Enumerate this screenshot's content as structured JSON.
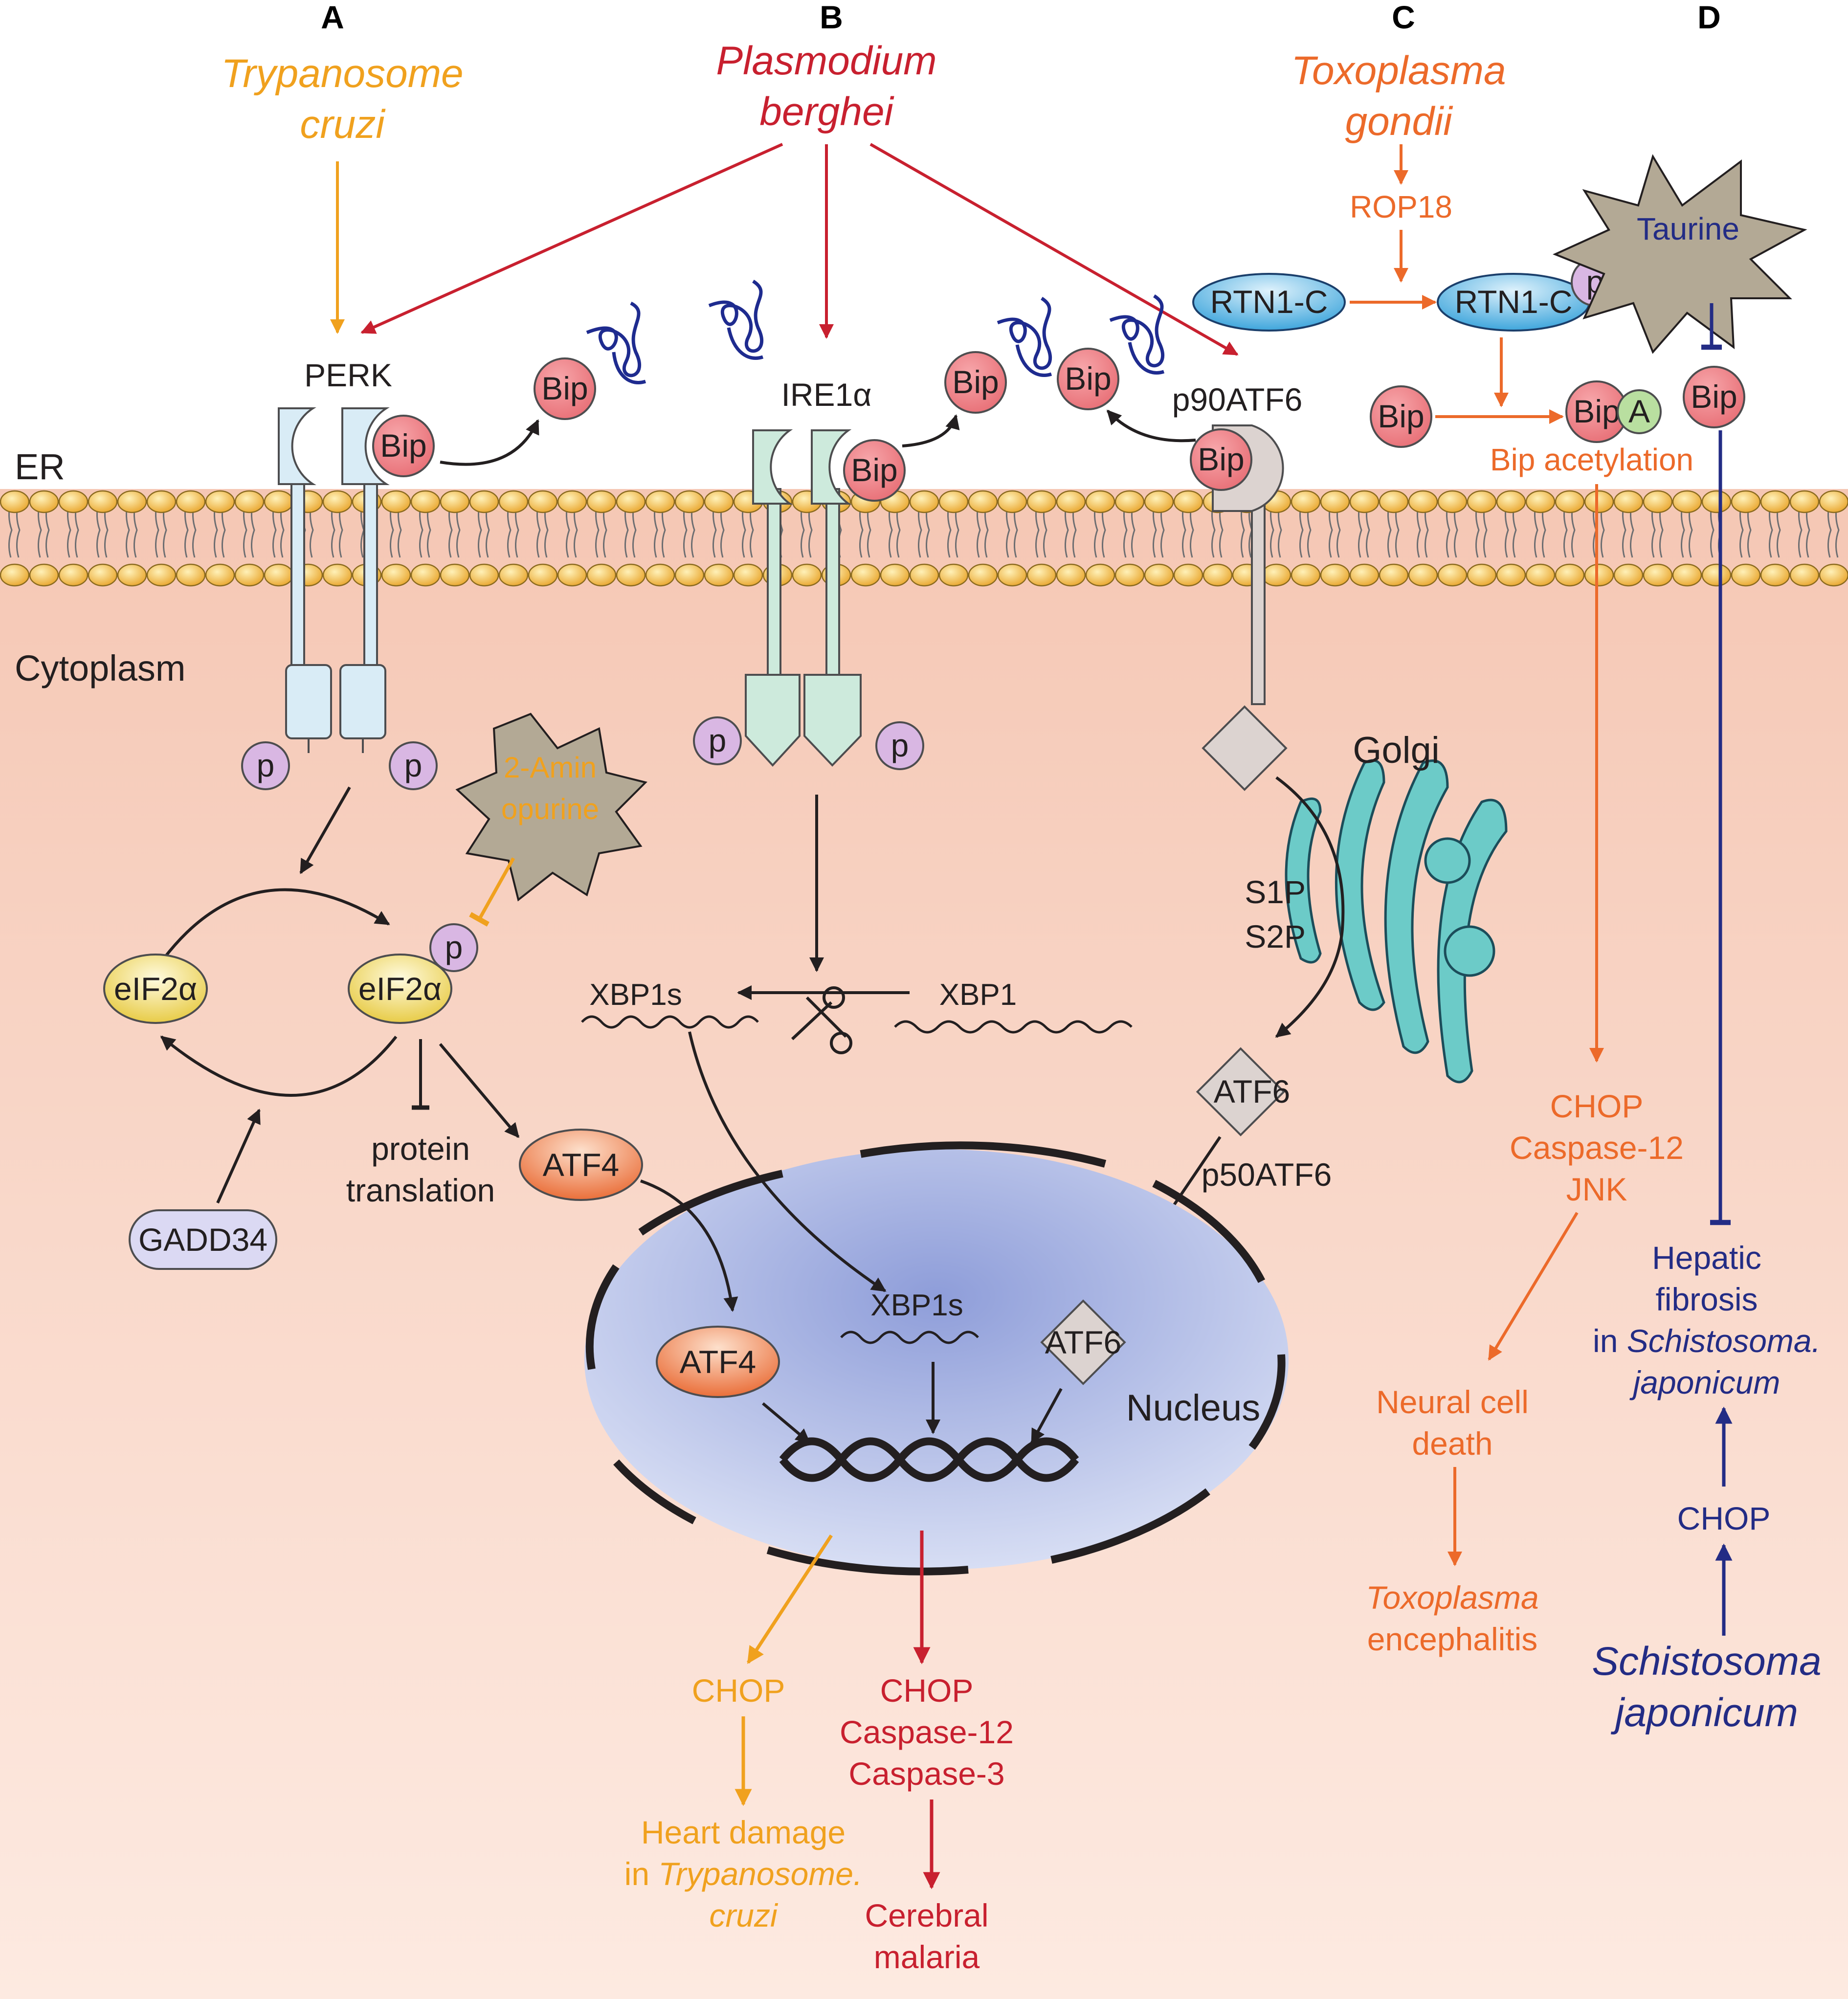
{
  "panels": {
    "a": {
      "letter": "A",
      "organism_line1": "Trypanosome",
      "organism_line2": "cruzi",
      "perk": "PERK",
      "inhibitor_line1": "2-Amin",
      "inhibitor_line2": "opurine",
      "eif2a": "eIF2α",
      "gadd34": "GADD34",
      "protein_line1": "protein",
      "protein_line2": "translation",
      "atf4": "ATF4",
      "outcome_chop": "CHOP",
      "outcome_line1": "Heart damage",
      "outcome_line2_in": "in ",
      "outcome_line2_species": "Trypanosome.",
      "outcome_line3": "cruzi"
    },
    "b": {
      "letter": "B",
      "organism_line1": "Plasmodium",
      "organism_line2": "berghei",
      "ire1a": "IRE1α",
      "xbp1s": "XBP1s",
      "xbp1": "XBP1",
      "p90atf6": "p90ATF6",
      "golgi": "Golgi",
      "s1p": "S1P",
      "s2p": "S2P",
      "atf6": "ATF6",
      "p50atf6": "p50ATF6",
      "nucleus": "Nucleus",
      "outcome_line1": "CHOP",
      "outcome_line2": "Caspase-12",
      "outcome_line3": "Caspase-3",
      "disease_line1": "Cerebral",
      "disease_line2": "malaria"
    },
    "c": {
      "letter": "C",
      "organism_line1": "Toxoplasma",
      "organism_line2": "gondii",
      "rop18": "ROP18",
      "rtn1c": "RTN1-C",
      "acetyl_mark": "A",
      "acetylation": "Bip acetylation",
      "outcome_line1": "CHOP",
      "outcome_line2": "Caspase-12",
      "outcome_line3": "JNK",
      "death_line1": "Neural cell",
      "death_line2": "death",
      "disease_line1": "Toxoplasma",
      "disease_line2": "encephalitis"
    },
    "d": {
      "letter": "D",
      "taurine": "Taurine",
      "outcome_line1": "Hepatic",
      "outcome_line2": "fibrosis",
      "outcome_line3_in": "in ",
      "outcome_line3_species": "Schistosoma.",
      "outcome_line4": "japonicum",
      "chop": "CHOP",
      "organism_line1": "Schistosoma",
      "organism_line2": "japonicum"
    }
  },
  "common": {
    "bip": "Bip",
    "phospho": "p",
    "er": "ER",
    "cytoplasm": "Cytoplasm"
  },
  "colors": {
    "trypanosome": "#f0a11e",
    "plasmodium": "#c8202f",
    "toxoplasma": "#ec6a2a",
    "schistosoma": "#232c85",
    "bip": "#ef7f84",
    "phospho": "#d9b7e3",
    "cytoplasm": "#f8d5c5"
  }
}
